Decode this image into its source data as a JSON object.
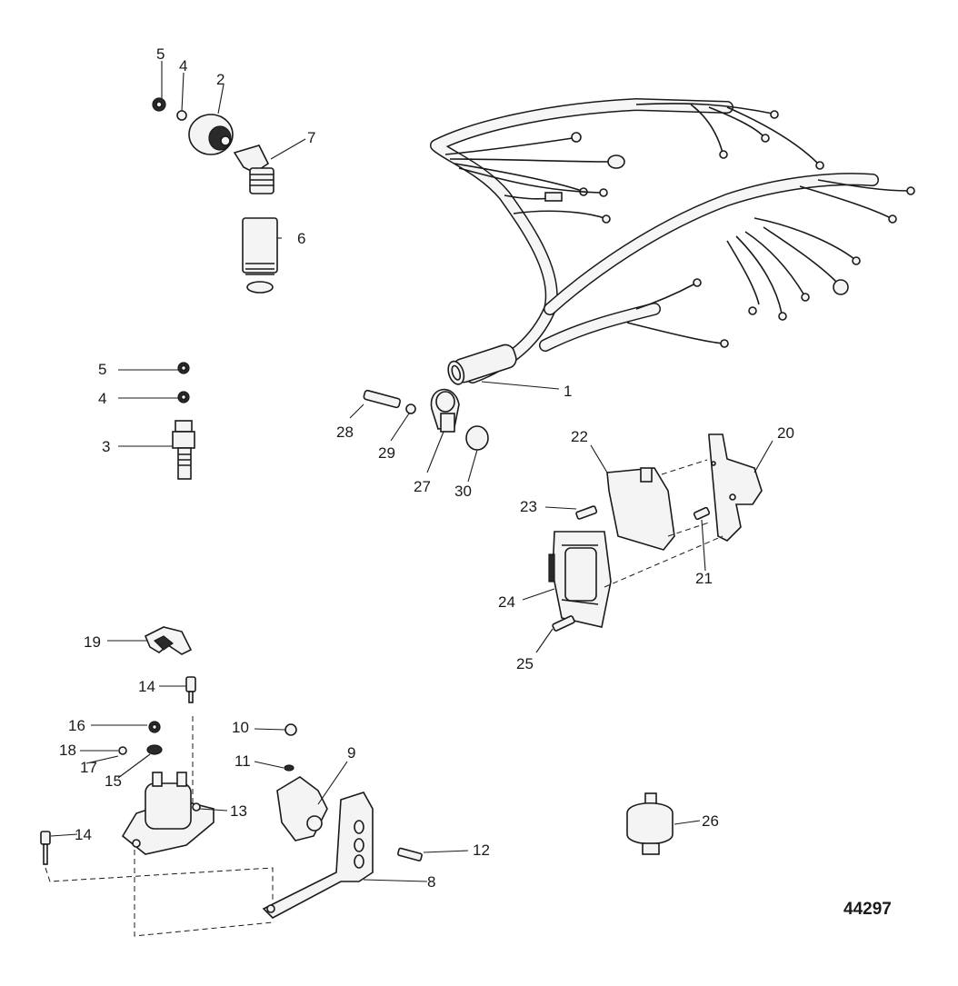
{
  "figure_number": "44297",
  "callouts": [
    "1",
    "2",
    "3",
    "4",
    "4",
    "5",
    "5",
    "6",
    "7",
    "8",
    "9",
    "10",
    "11",
    "12",
    "13",
    "14",
    "14",
    "15",
    "16",
    "17",
    "18",
    "19",
    "20",
    "21",
    "22",
    "23",
    "24",
    "25",
    "26",
    "27",
    "28",
    "29",
    "30"
  ]
}
